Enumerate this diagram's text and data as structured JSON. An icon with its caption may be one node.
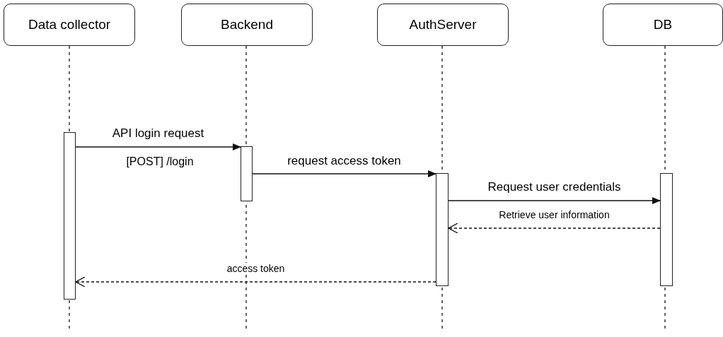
{
  "diagram": {
    "nodes": [
      {
        "text": [
          "Data collector"
        ]
      },
      {
        "text": [
          "Backend"
        ]
      },
      {
        "text": [
          "AuthServer"
        ]
      },
      {
        "text": [
          "DB"
        ]
      },
      {
        "text": [],
        "shape": "bar"
      },
      {
        "text": [],
        "shape": "bar"
      },
      {
        "text": [],
        "shape": "bar"
      },
      {
        "text": [],
        "shape": "bar"
      }
    ],
    "edges": [
      {
        "from": 4,
        "to": 5,
        "arrow": "to",
        "label": "API login request"
      },
      {
        "from": 5,
        "to": 6,
        "arrow": "to",
        "label": "request access token"
      },
      {
        "from": 6,
        "to": 7,
        "arrow": "to",
        "label": "Request user credentials"
      },
      {
        "from": 7,
        "to": 6,
        "arrow": "to",
        "label": "Retrieve user information",
        "style": "dashed"
      },
      {
        "from": 6,
        "to": 4,
        "arrow": "to",
        "label": "access token",
        "style": "dashed"
      }
    ],
    "labels": [
      "[POST] /login"
    ]
  }
}
